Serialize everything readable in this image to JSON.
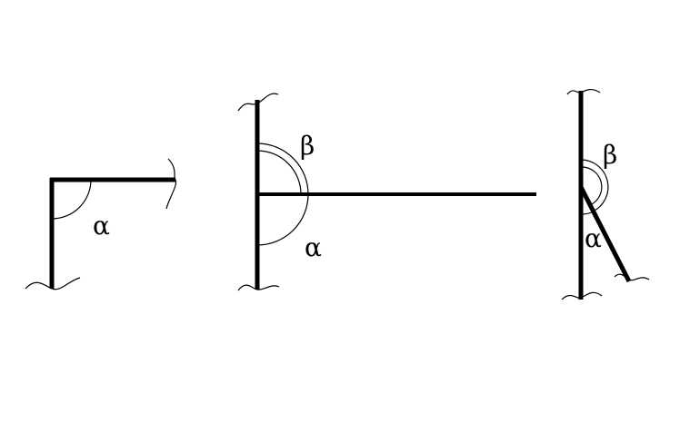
{
  "figures": [
    {
      "angle_labels": {
        "alpha": "α"
      }
    },
    {
      "angle_labels": {
        "beta": "β",
        "alpha": "α"
      }
    },
    {
      "angle_labels": {
        "beta": "β",
        "alpha": "α"
      }
    }
  ],
  "colors": {
    "stroke": "#000000",
    "background": "#ffffff"
  }
}
